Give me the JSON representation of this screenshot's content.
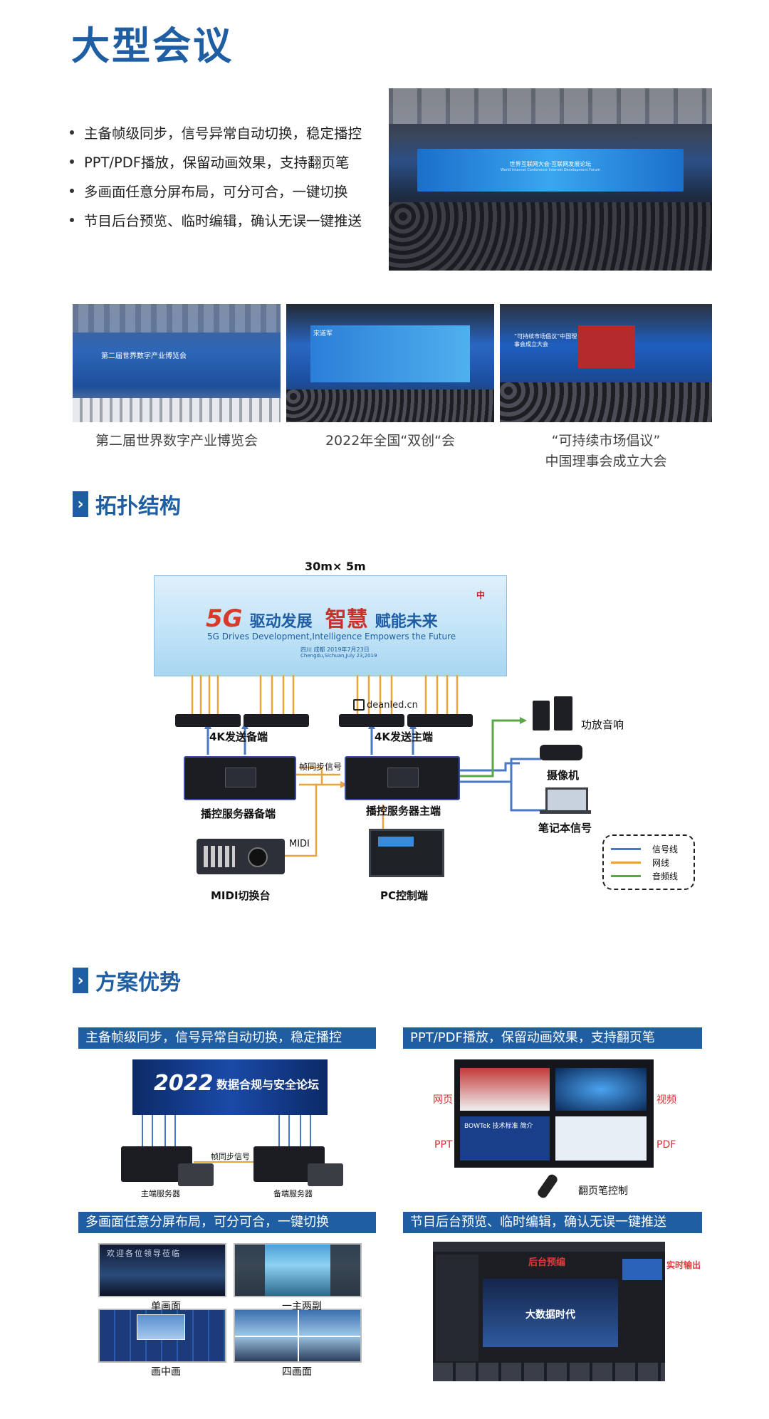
{
  "page_title": "大型会议",
  "bullets": [
    "主备帧级同步，信号异常自动切换，稳定播控",
    "PPT/PDF播放，保留动画效果，支持翻页笔",
    "多画面任意分屏布局，可分可合，一键切换",
    "节目后台预览、临时编辑，确认无误一键推送"
  ],
  "hero_photo": {
    "screen_text": "世界互联网大会·互联网发展论坛",
    "screen_subtext": "World Internet Conference Internet Development Forum"
  },
  "gallery": [
    {
      "screen_text": "第二届世界数字产业博览会",
      "caption": "第二届世界数字产业博览会"
    },
    {
      "screen_text": "宋道军",
      "caption": "2022年全国“双创“会"
    },
    {
      "screen_text": "“可持续市场倡议”中国理事会成立大会",
      "caption_line1": "“可持续市场倡议”",
      "caption_line2": "中国理事会成立大会"
    }
  ],
  "topology": {
    "section_title": "拓扑结构",
    "screen_size": "30m× 5m",
    "led_headline_5g": "5G",
    "led_headline_a": "驱动发展",
    "led_headline_b": "智慧",
    "led_headline_c": "赋能未来",
    "led_subline": "5G Drives Development,Intelligence Empowers the Future",
    "led_date": "四川 成都  2019年7月23日",
    "led_date_en": "Chengdu,Sichuan,July 23,2019",
    "watermark": "deanled.cn",
    "sender_backup": "4K发送备端",
    "sender_main": "4K发送主端",
    "sync_signal": "帧同步信号",
    "server_backup": "播控服务器备端",
    "server_main": "播控服务器主端",
    "midi_label": "MIDI",
    "midi_switcher": "MIDI切换台",
    "pc_control": "PC控制端",
    "speaker": "功放音响",
    "camera": "摄像机",
    "laptop": "笔记本信号",
    "legend": [
      {
        "label": "信号线",
        "color": "#4a78c2"
      },
      {
        "label": "网线",
        "color": "#e8a33d"
      },
      {
        "label": "音频线",
        "color": "#5aa844"
      }
    ]
  },
  "advantages": {
    "section_title": "方案优势",
    "panel1": {
      "bar": "主备帧级同步，信号异常自动切换，稳定播控",
      "screen_year": "2022",
      "screen_title": "数据合规与安全论坛",
      "sync": "帧同步信号",
      "main_server": "主端服务器",
      "backup_server": "备端服务器"
    },
    "panel2": {
      "bar": "PPT/PDF播放，保留动画效果，支持翻页笔",
      "web": "网页",
      "video": "视频",
      "ppt": "PPT",
      "pdf": "PDF",
      "pointer": "翻页笔控制",
      "inner_text": "BOWTek 技术标准 简介"
    },
    "panel3": {
      "bar": "多画面任意分屏布局，可分可合，一键切换",
      "layouts": [
        "单画面",
        "一主两副",
        "画中画",
        "四画面"
      ],
      "banner_text": "欢迎各位领导莅临"
    },
    "panel4": {
      "bar": "节目后台预览、临时编辑，确认无误一键推送",
      "preview": "后台预编",
      "output": "实时输出",
      "program": "大数据时代"
    }
  }
}
